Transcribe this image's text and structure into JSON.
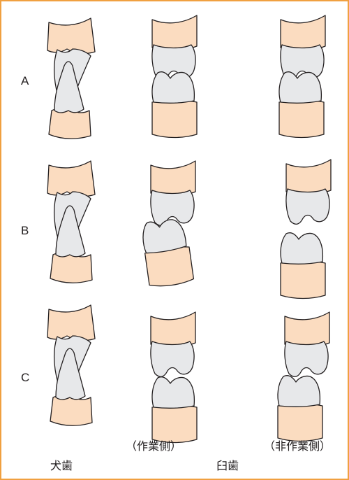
{
  "row_labels": [
    "A",
    "B",
    "C"
  ],
  "captions": {
    "canine": "犬歯",
    "molar": "臼歯",
    "working_side": "（作業側）",
    "non_working_side": "（非作業側）"
  },
  "colors": {
    "frame_border": "#f0a040",
    "gum": "#fbdcc0",
    "tooth": "#e7e8ea",
    "outline": "#231f20"
  }
}
